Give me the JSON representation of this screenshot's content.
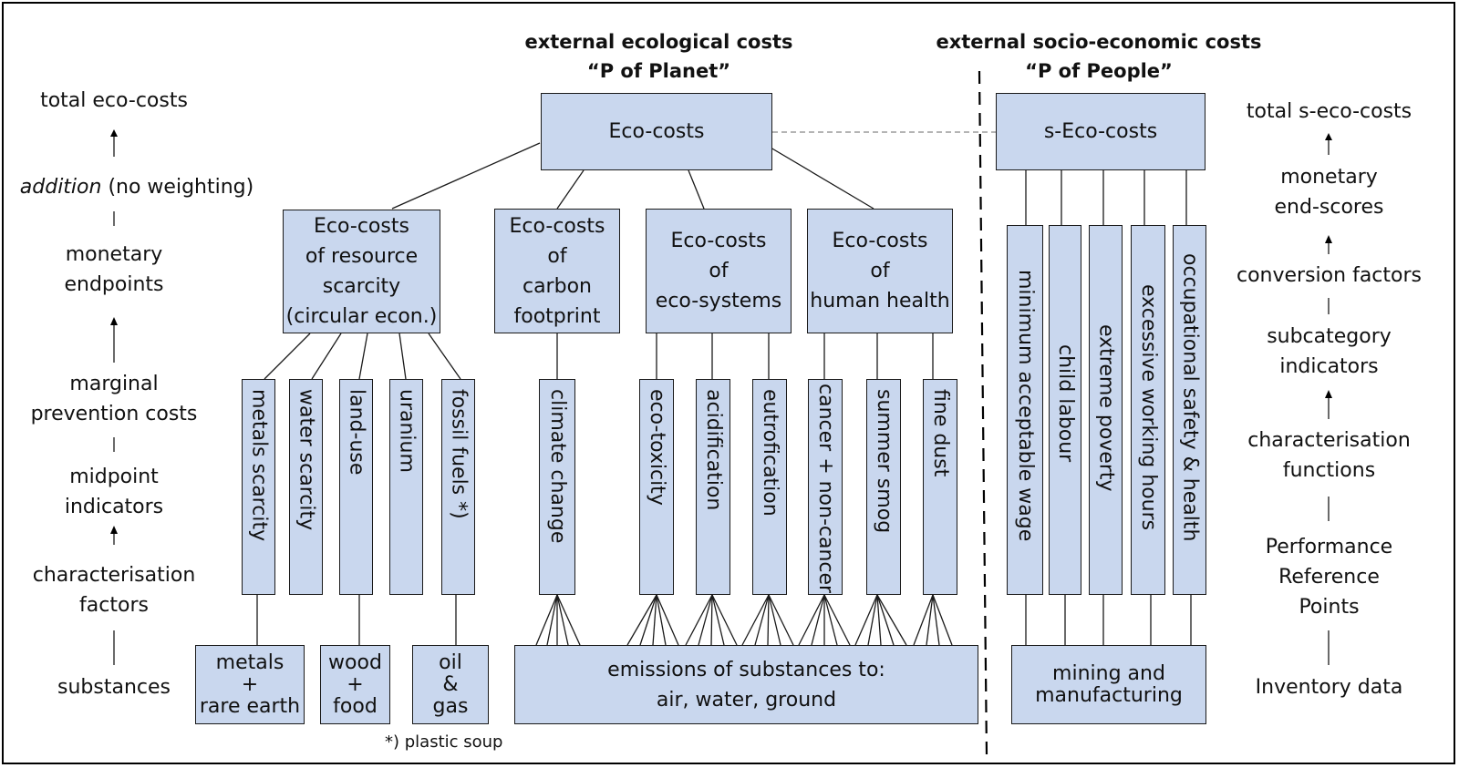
{
  "headings": {
    "left_title": "external ecological costs",
    "left_subtitle": "“P of Planet”",
    "right_title": "external socio-economic costs",
    "right_subtitle": "“P of People”"
  },
  "top_boxes": {
    "eco_costs": "Eco-costs",
    "s_eco_costs": "s-Eco-costs"
  },
  "categories": {
    "resource": "Eco-costs\nof resource\nscarcity\n(circular econ.)",
    "carbon": "Eco-costs\nof\ncarbon\nfootprint",
    "ecosystems": "Eco-costs\nof\neco-systems",
    "health": "Eco-costs\nof\nhuman health"
  },
  "midpoints": {
    "metals": "metals scarcity",
    "water": "water scarcity",
    "land": "land-use",
    "uranium": "uranium",
    "fossil": "fossil fuels *)",
    "climate": "climate change",
    "toxicity": "eco-toxicity",
    "acid": "acidification",
    "eutro": "eutrofication",
    "cancer": "cancer + non-cancer",
    "smog": "summer smog",
    "dust": "fine dust"
  },
  "social_indicators": {
    "wage": "minimum acceptable wage",
    "child": "child labour",
    "poverty": "extreme poverty",
    "hours": "excessive working hours",
    "safety": "occupational safety & health"
  },
  "substances": {
    "metals": "metals\n+\nrare earth",
    "wood": "wood\n+\nfood",
    "oil": "oil\n&\ngas",
    "emissions": "emissions of substances to:\nair, water, ground",
    "mining": "mining and\nmanufacturing"
  },
  "footnote": "*) plastic soup",
  "left_column": {
    "total": "total eco-costs",
    "addition_italic": "addition",
    "addition_rest": " (no weighting)",
    "monetary_endpoints": "monetary\nendpoints",
    "marginal": "marginal\nprevention costs",
    "midpoint": "midpoint\nindicators",
    "char_factors": "characterisation\nfactors",
    "substances": "substances"
  },
  "right_column": {
    "total": "total s-eco-costs",
    "monetary_end": "monetary\nend-scores",
    "conversion": "conversion factors",
    "subcategory": "subcategory\nindicators",
    "char_functions": "characterisation\nfunctions",
    "prp": "Performance\nReference\nPoints",
    "inventory": "Inventory data"
  },
  "colors": {
    "box_fill": "#c9d7ee",
    "line": "#1a1a1a",
    "dashed_connector": "#888888"
  }
}
